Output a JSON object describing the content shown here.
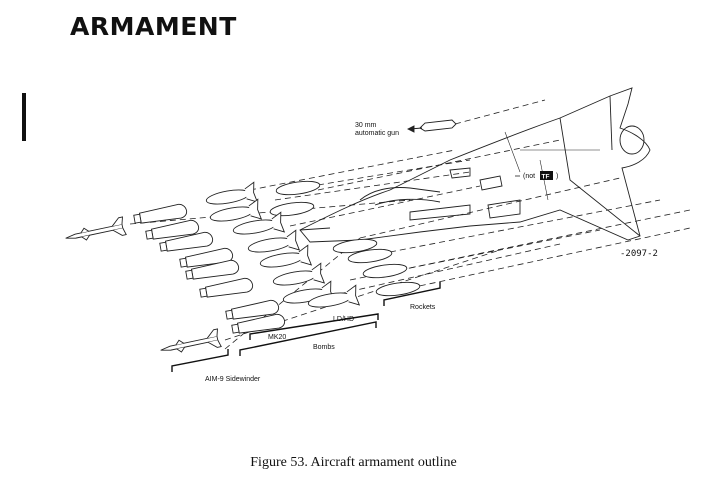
{
  "page": {
    "heading": "ARMAMENT"
  },
  "figure": {
    "labels": {
      "gun": "30 mm automatic gun",
      "gun_line1": "30 mm",
      "gun_line2": "automatic gun",
      "not_prefix": "(not",
      "not_badge": "TF",
      "not_suffix": ")",
      "rockets": "Rockets",
      "ldhd": "LD/HD",
      "mk20": "MK20",
      "bombs": "Bombs",
      "sidewinder": "AIM-9 Sidewinder"
    },
    "reference_number": "-2097-2",
    "caption": "Figure 53.   Aircraft armament outline"
  }
}
